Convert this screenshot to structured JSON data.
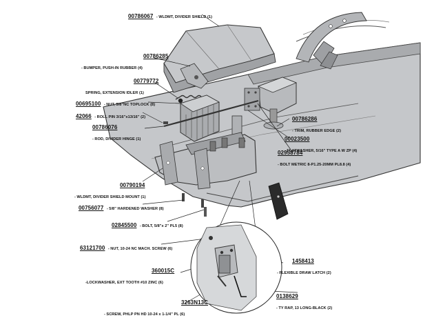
{
  "callouts": [
    {
      "part": "00786067",
      "desc": "WLDMT, DIVIDER SHIELD (1)"
    },
    {
      "part": "00786285",
      "desc": "BUMPER, PUSH-IN RUBBER (4)"
    },
    {
      "part": "00779772",
      "desc": "SPRING, EXTENSION IDLER (1)"
    },
    {
      "part": "00695100",
      "desc": "NUT, 5/8\"NC TOPLOCK (8)"
    },
    {
      "part": "42066",
      "desc": "ROLL PIN 3/16\"x13/16\" (2)"
    },
    {
      "part": "00786076",
      "desc": "ROD, DIVIDER HINGE (1)"
    },
    {
      "part": "00786286",
      "desc": "TRIM, RUBBER EDGE (2)"
    },
    {
      "part": "00023500",
      "desc": "FLATWASHER, 5/16\" TYPE A W ZP (4)"
    },
    {
      "part": "02958784",
      "desc": "BOLT METRIC 8-P1.25-20MM PL8.8 (4)"
    },
    {
      "part": "00790194",
      "desc": "WLDMT, DIVIDER SHIELD MOUNT (1)"
    },
    {
      "part": "00756077",
      "desc": "5/8\" HARDENED WASHER (8)"
    },
    {
      "part": "02845500",
      "desc": "BOLT, 5/8\"x 2\" PL5 (8)"
    },
    {
      "part": "63121700",
      "desc": "NUT, 10-24 NC MACH. SCREW (6)"
    },
    {
      "part": "1458413",
      "desc": "FLEXIBLE DRAW LATCH (2)"
    },
    {
      "part": "360015C",
      "desc": "LOCKWASHER, EXT TOOTH #10 ZINC (6)"
    },
    {
      "part": "0138629",
      "desc": "TY RAP, 13 LONG-BLACK (2)"
    },
    {
      "part": "3263N13C",
      "desc": "SCREW, PHLP PN HD 10-24 x 1-1/4\" PL (6)"
    }
  ]
}
